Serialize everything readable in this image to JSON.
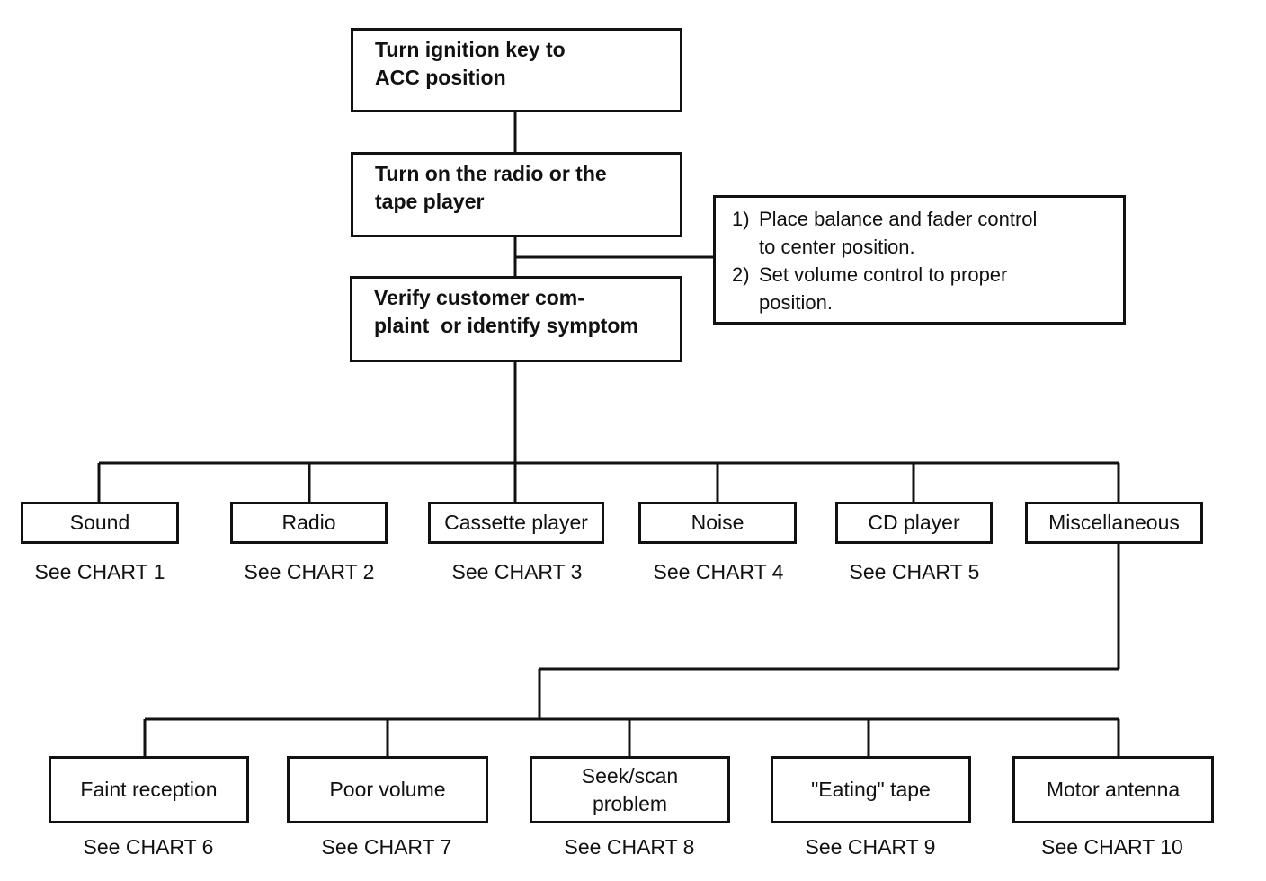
{
  "steps": {
    "ignition": [
      "Turn ignition key to",
      "ACC position"
    ],
    "radio_on": [
      "Turn on the radio or the",
      "tape player"
    ],
    "verify": [
      "Verify customer com-",
      "plaint  or identify symptom"
    ]
  },
  "note": {
    "items": [
      {
        "num": "1)",
        "lines": [
          "Place balance and fader control",
          "to center position."
        ]
      },
      {
        "num": "2)",
        "lines": [
          "Set volume control to proper",
          "position."
        ]
      }
    ]
  },
  "categories": [
    {
      "label": "Sound",
      "ref": "See CHART 1"
    },
    {
      "label": "Radio",
      "ref": "See CHART 2"
    },
    {
      "label": "Cassette player",
      "ref": "See CHART 3"
    },
    {
      "label": "Noise",
      "ref": "See CHART 4"
    },
    {
      "label": "CD player",
      "ref": "See CHART 5"
    },
    {
      "label": "Miscellaneous",
      "ref": ""
    }
  ],
  "miscellaneous": [
    {
      "label": [
        "Faint reception"
      ],
      "ref": "See CHART 6"
    },
    {
      "label": [
        "Poor volume"
      ],
      "ref": "See CHART 7"
    },
    {
      "label": [
        "Seek/scan",
        "problem"
      ],
      "ref": "See CHART 8"
    },
    {
      "label": [
        "\"Eating\" tape"
      ],
      "ref": "See CHART 9"
    },
    {
      "label": [
        "Motor antenna"
      ],
      "ref": "See CHART 10"
    }
  ]
}
